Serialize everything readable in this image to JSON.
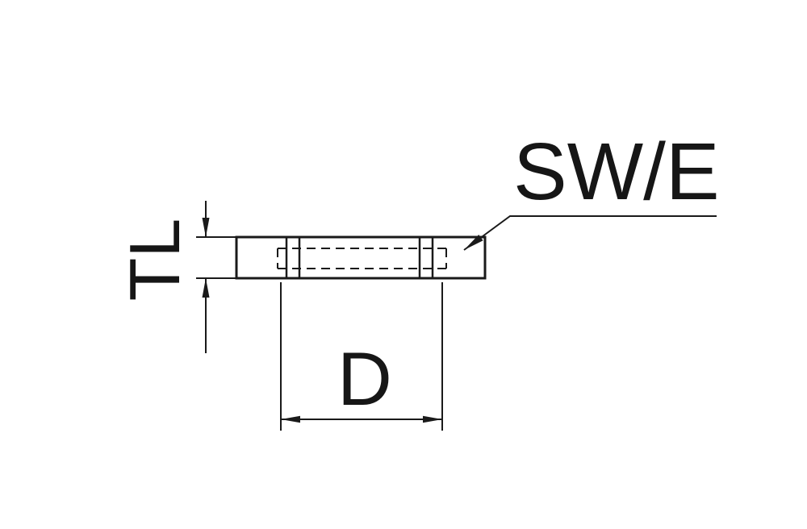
{
  "drawing": {
    "type": "technical-dimension-drawing",
    "part": "flat nut side view with hidden thread lines",
    "labels": {
      "thickness": "TL",
      "diameter": "D",
      "wrench_size": "SW/E"
    },
    "colors": {
      "line": "#1a1a1a",
      "background": "#ffffff"
    }
  }
}
